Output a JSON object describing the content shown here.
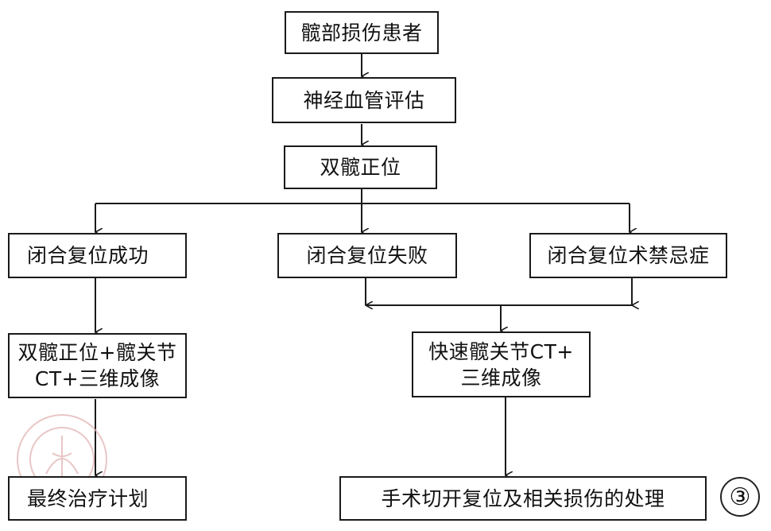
{
  "nodes": {
    "hip_injury": "髋部损伤患者",
    "neurovascular": "神经血管评估",
    "double_hip_ap": "双髋正位",
    "closed_success": "闭合复位成功",
    "closed_fail": "闭合复位失败",
    "closed_contra": "闭合复位术禁忌症",
    "ct_after_success": [
      "双髋正位+髋关节",
      "CT+三维成像"
    ],
    "rapid_ct": [
      "快速髋关节CT+",
      "三维成像"
    ],
    "final_plan": "最终治疗计划",
    "surgery": "手术切开复位及相关损伤的处理"
  },
  "figure_marker": "③",
  "watermark": {
    "description": "Faint red circular publisher seal",
    "color": "#d9a3a3"
  }
}
